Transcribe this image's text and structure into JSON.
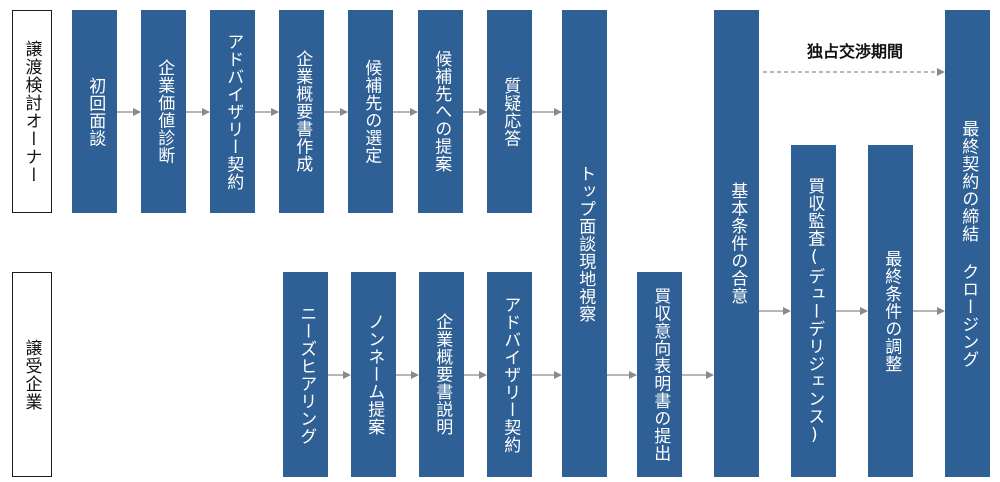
{
  "lanes": {
    "owner": "譲渡検討オーナー",
    "buyer": "譲受企業"
  },
  "owner_steps": {
    "s1": "初回面談",
    "s2": "企業価値診断",
    "s3": "アドバイザリー契約",
    "s4": "企業概要書作成",
    "s5": "候補先の選定",
    "s6": "候補先への提案",
    "s7": "質疑応答"
  },
  "buyer_steps": {
    "s1": "ニーズヒアリング",
    "s2": "ノンネーム提案",
    "s3": "企業概要書説明",
    "s4": "アドバイザリー契約"
  },
  "shared_steps": {
    "top_meeting": "トップ面談現地視察",
    "loi": "買収意向表明書の提出",
    "basic_agreement": "基本条件の合意",
    "due_diligence": "買収監査(デューデリジェンス)",
    "final_terms": "最終条件の調整",
    "closing": "最終契約の締結 クロージング"
  },
  "exclusive_period": "独占交渉期間",
  "colors": {
    "box": "#2e5f95",
    "arrow": "#8a8a8a"
  }
}
